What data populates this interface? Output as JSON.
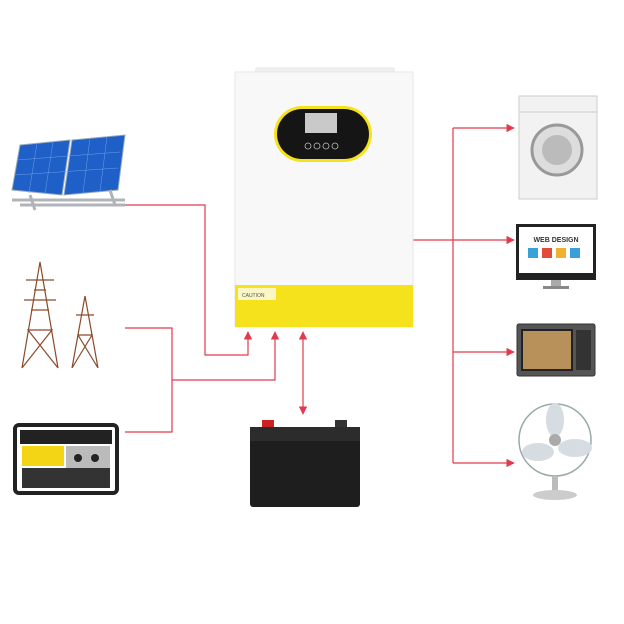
{
  "inverter": {
    "caution_label": "CAUTION",
    "body_color": "#f7f7f7",
    "accent_color": "#f5e21c"
  },
  "appliances": {
    "monitor_text": "WEB DESIGN"
  },
  "connector_color": "#e23a4a",
  "devices": [
    "solar-panel",
    "power-pylons",
    "generator",
    "battery",
    "washing-machine",
    "monitor",
    "microwave",
    "fan"
  ]
}
